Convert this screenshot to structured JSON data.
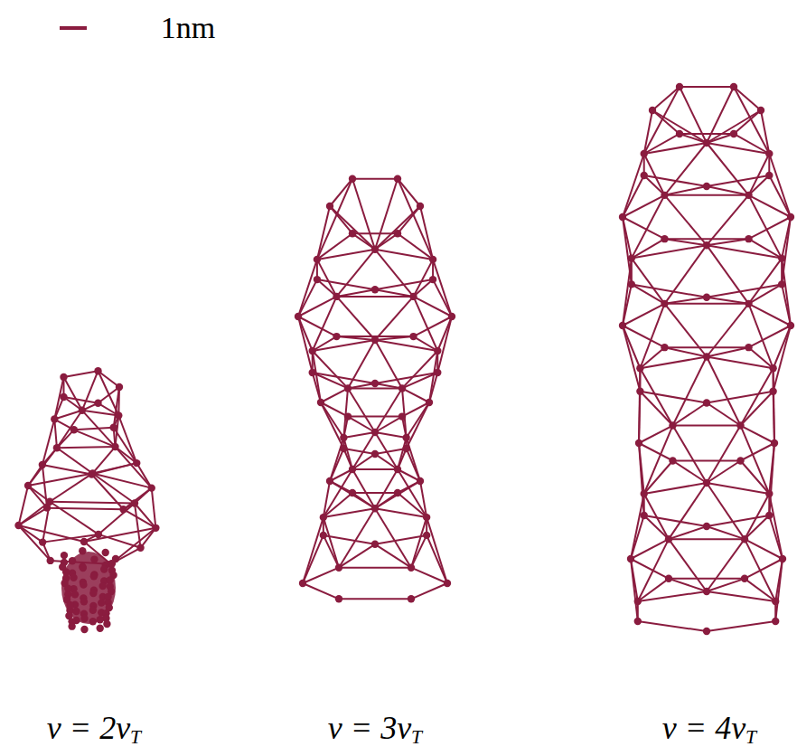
{
  "diagram": {
    "labels": [
      "1nm",
      "v = 2vT",
      "v = 3vT",
      "v = 4vT"
    ]
  }
}
